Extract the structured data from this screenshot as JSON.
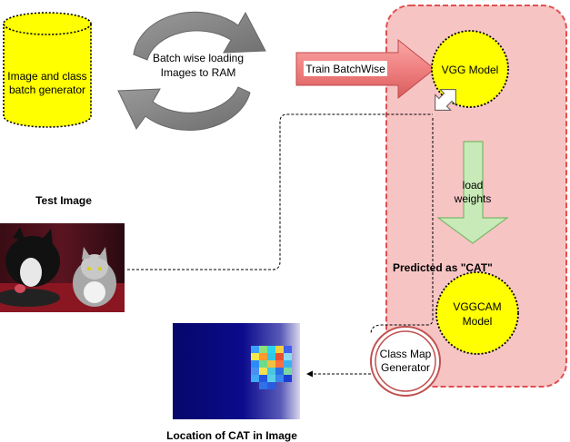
{
  "generator": {
    "line1": "Image and class",
    "line2": "batch generator"
  },
  "loading": {
    "line1": "Batch wise loading",
    "line2": "Images to RAM"
  },
  "train_arrow": {
    "label": "Train BatchWise"
  },
  "vgg_model": {
    "label": "VGG Model"
  },
  "load_weights": {
    "line1": "load",
    "line2": "weights"
  },
  "predicted": {
    "label": "Predicted as \"CAT\""
  },
  "vggcam_model": {
    "line1": "VGGCAM",
    "line2": "Model"
  },
  "class_map": {
    "line1": "Class Map",
    "line2": "Generator"
  },
  "test_image": {
    "label": "Test Image"
  },
  "location": {
    "label": "Location of CAT in Image"
  },
  "colors": {
    "region_fill": "#f7c4c4",
    "region_border": "#e05050",
    "cylinder": "#ffff00",
    "node": "#ffff00",
    "arrow_red": "#f08080",
    "arrow_green": "#c8eab8",
    "cycle_gray": "#8c8c8c"
  }
}
